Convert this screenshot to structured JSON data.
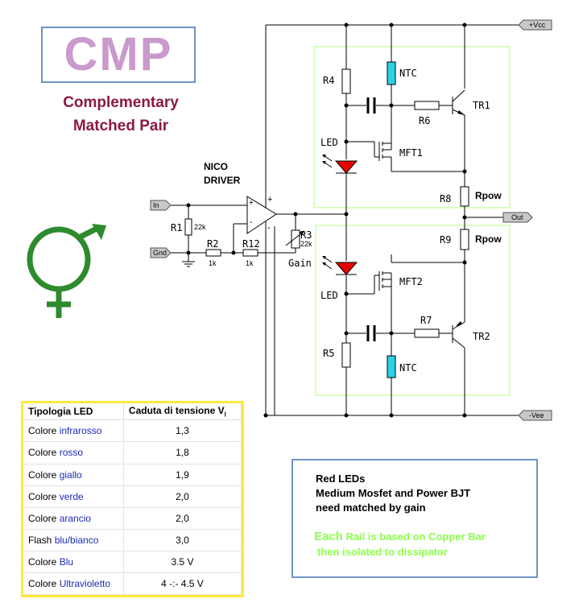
{
  "logo": {
    "text": "CMP"
  },
  "subtitle": {
    "line1": "Complementary",
    "line2": "Matched Pair"
  },
  "driver": {
    "line1": "NICO",
    "line2": "DRIVER"
  },
  "terminals": {
    "vcc": "+Vcc",
    "vee": "-Vee",
    "in": "In",
    "gnd": "Gnd",
    "out": "Out"
  },
  "components": {
    "r1": "R1",
    "r1_value": "22k",
    "r2": "R2",
    "r2_value": "1k",
    "r12": "R12",
    "r12_value": "1k",
    "r3": "R3",
    "r3_value": "22k",
    "gain": "Gain",
    "r4": "R4",
    "r5": "R5",
    "r6": "R6",
    "r7": "R7",
    "r8": "R8",
    "r9": "R9",
    "rpow_top": "Rpow",
    "rpow_bottom": "Rpow",
    "ntc_top": "NTC",
    "ntc_bottom": "NTC",
    "tr1": "TR1",
    "tr2": "TR2",
    "mft1": "MFT1",
    "mft2": "MFT2",
    "led_top": "LED",
    "led_bottom": "LED",
    "opamp_plus": "+",
    "opamp_minus": "-"
  },
  "led_table": {
    "header_col1": "Tipologia LED",
    "header_col2": "Caduta di tensione V",
    "header_col2_sub": "l",
    "rows": [
      {
        "prefix": "Colore",
        "color": "infrarosso",
        "value": "1,3"
      },
      {
        "prefix": "Colore",
        "color": "rosso",
        "value": "1,8"
      },
      {
        "prefix": "Colore",
        "color": "giallo",
        "value": "1,9"
      },
      {
        "prefix": "Colore",
        "color": "verde",
        "value": "2,0"
      },
      {
        "prefix": "Colore",
        "color": "arancio",
        "value": "2,0"
      },
      {
        "prefix": "Flash",
        "color": "blu/bianco",
        "value": "3,0"
      },
      {
        "prefix": "Colore",
        "color": "Blu",
        "value": "3.5 V"
      },
      {
        "prefix": "Colore",
        "color": "Ultravioletto",
        "value": "4 -:- 4.5 V"
      }
    ]
  },
  "notes": {
    "line1": "Red LEDs",
    "line2": "Medium Mosfet and Power BJT",
    "line3": "need matched by gain",
    "line4_first": "Each",
    "line4_rest": " Rail is based on Copper Bar",
    "line5": "then isolated to dissipator"
  },
  "colors": {
    "wire": "#000000",
    "panel_border": "#b4ff80",
    "ntc_fill": "#2bd2e6",
    "led_fill": "#e80000",
    "symbol_green": "#2d8a2d",
    "logo_text": "#c99acb",
    "subtitle_text": "#8b1a3c",
    "box_border": "#6f93c4",
    "table_border": "#ffe93a",
    "note_green": "#8cff4a",
    "table_color_words": "#1c2bb6"
  }
}
